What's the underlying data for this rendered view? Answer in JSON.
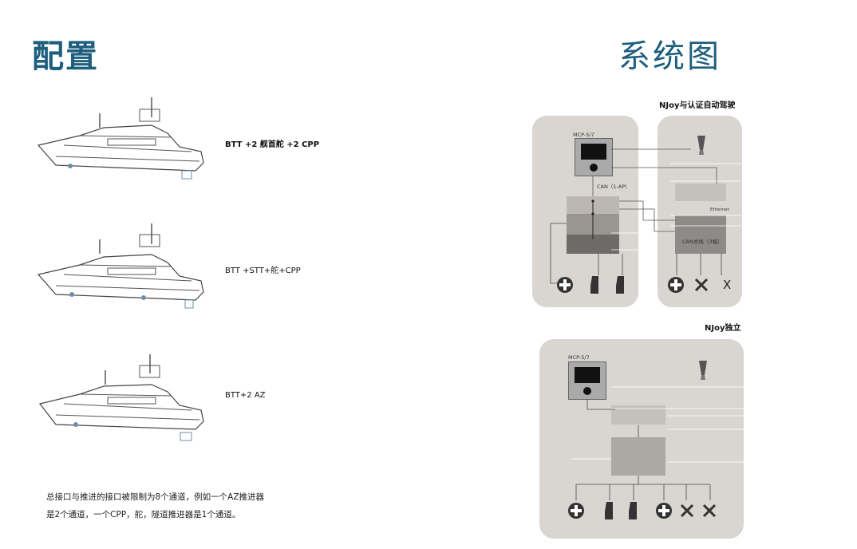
{
  "page": {
    "title_left": "配置",
    "title_right": "系统图"
  },
  "configs": [
    {
      "label": "BTT +2 舰首舵 +2 CPP"
    },
    {
      "label": "BTT +STT+舵+CPP"
    },
    {
      "label": "BTT+2 AZ"
    }
  ],
  "note": {
    "line1": "总接口与推进的接口被限制为8个通道，例如一个AZ推进器",
    "line2": "是2个通道，一个CPP，舵，隧道推进器是1个通道。"
  },
  "diagram1": {
    "title": "NJoy与认证自动驾驶",
    "mcp": "MCP-5/7",
    "can1": "CAN（1-AP）",
    "ethernet": "Ethernet",
    "can2": "CAN总线（3端）",
    "x_label": "X"
  },
  "diagram2": {
    "title": "NJoy独立",
    "mcp": "MCP-5/7"
  },
  "colors": {
    "title": "#1f5f7e",
    "panel": "#d9d6d2"
  }
}
